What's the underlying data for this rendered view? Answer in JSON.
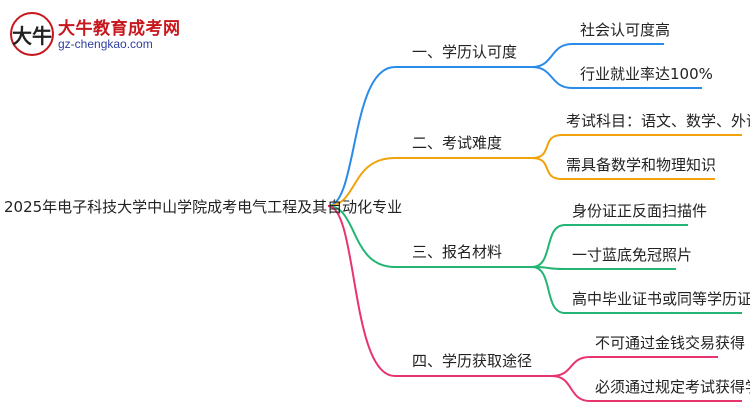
{
  "logo": {
    "badge_char": "大牛",
    "name": "大牛教育成考网",
    "url": "gz-chengkao.com"
  },
  "root": {
    "label": "2025年电子科技大学中山学院成考电气工程及其自动化专业"
  },
  "colors": {
    "branch1": "#2b8be8",
    "branch2": "#f0a30a",
    "branch3": "#22b573",
    "branch4": "#e8336d"
  },
  "branches": [
    {
      "label": "一、学历认可度",
      "leaves": [
        "社会认可度高",
        "行业就业率达100%"
      ]
    },
    {
      "label": "二、考试难度",
      "leaves": [
        "考试科目：语文、数学、外语",
        "需具备数学和物理知识"
      ]
    },
    {
      "label": "三、报名材料",
      "leaves": [
        "身份证正反面扫描件",
        "一寸蓝底免冠照片",
        "高中毕业证书或同等学历证明"
      ]
    },
    {
      "label": "四、学历获取途径",
      "leaves": [
        "不可通过金钱交易获得",
        "必须通过规定考试获得学历"
      ]
    }
  ]
}
